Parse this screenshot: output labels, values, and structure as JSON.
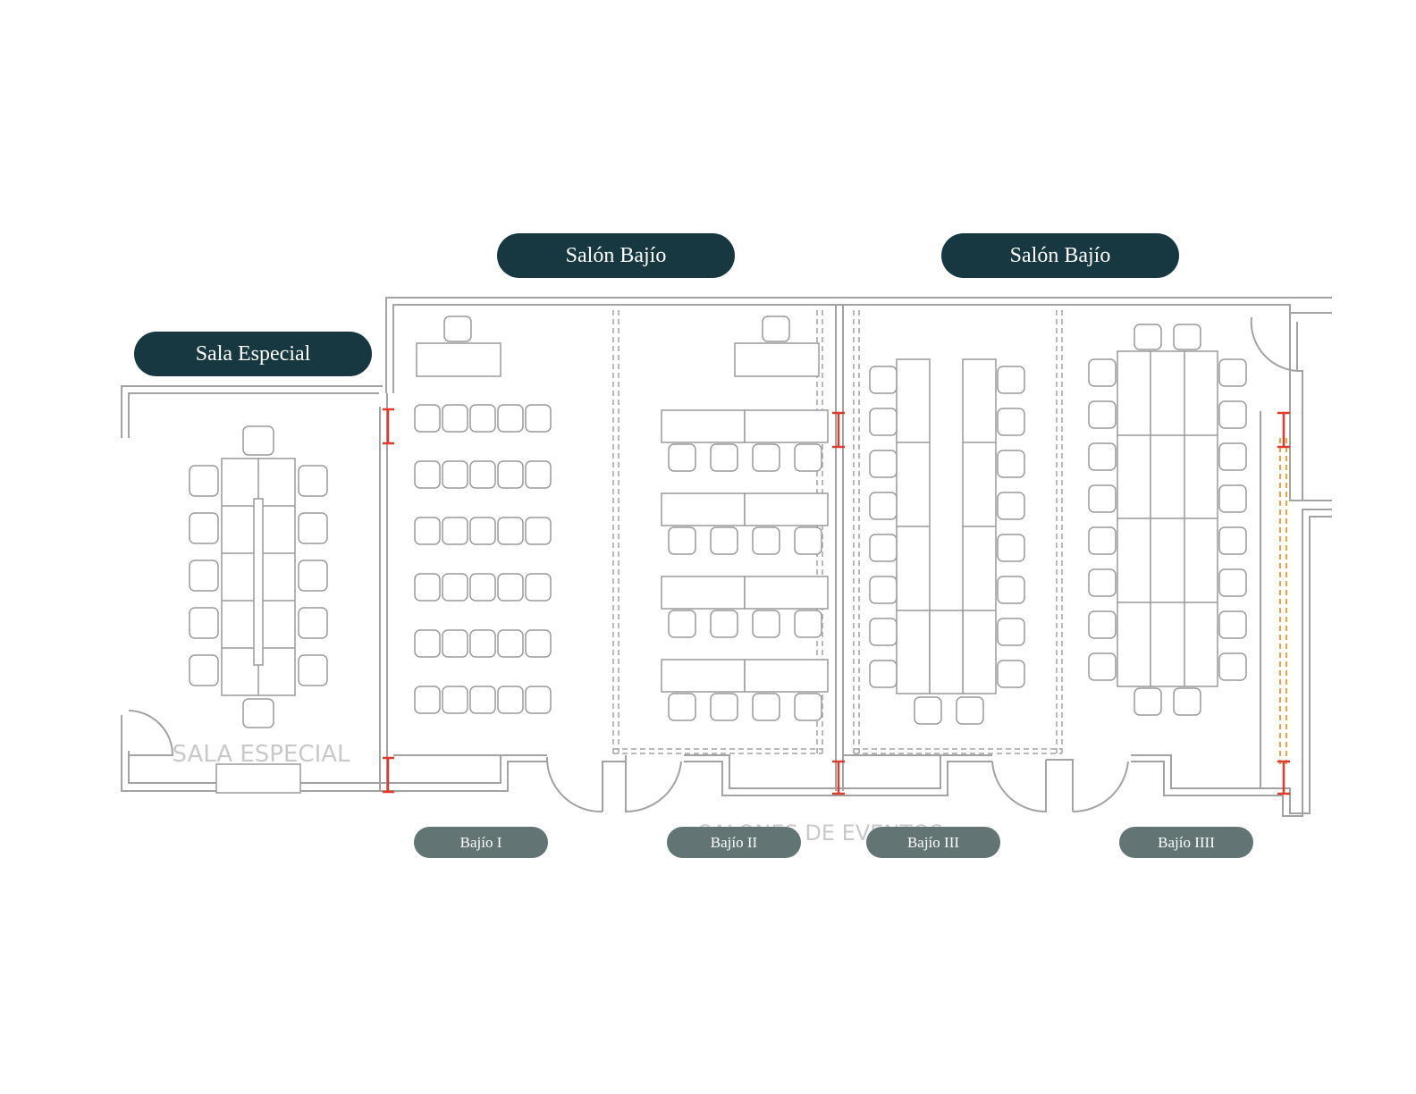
{
  "labels": {
    "sala_especial": "Sala Especial",
    "salon_bajio_left": "Salón Bajío",
    "salon_bajio_right": "Salón Bajío",
    "bajio_1": "Bajío I",
    "bajio_2": "Bajío II",
    "bajio_3": "Bajío III",
    "bajio_4": "Bajío IIII"
  },
  "plan_text": {
    "sala_especial": "SALA ESPECIAL",
    "salones": "SALONES DE EVENTOS"
  },
  "colors": {
    "dark_pill": "#173840",
    "gray_pill": "#627473",
    "wall": "#a2a2a2",
    "door_marker": "#e03a2c",
    "partition_track": "#f0a23a"
  }
}
